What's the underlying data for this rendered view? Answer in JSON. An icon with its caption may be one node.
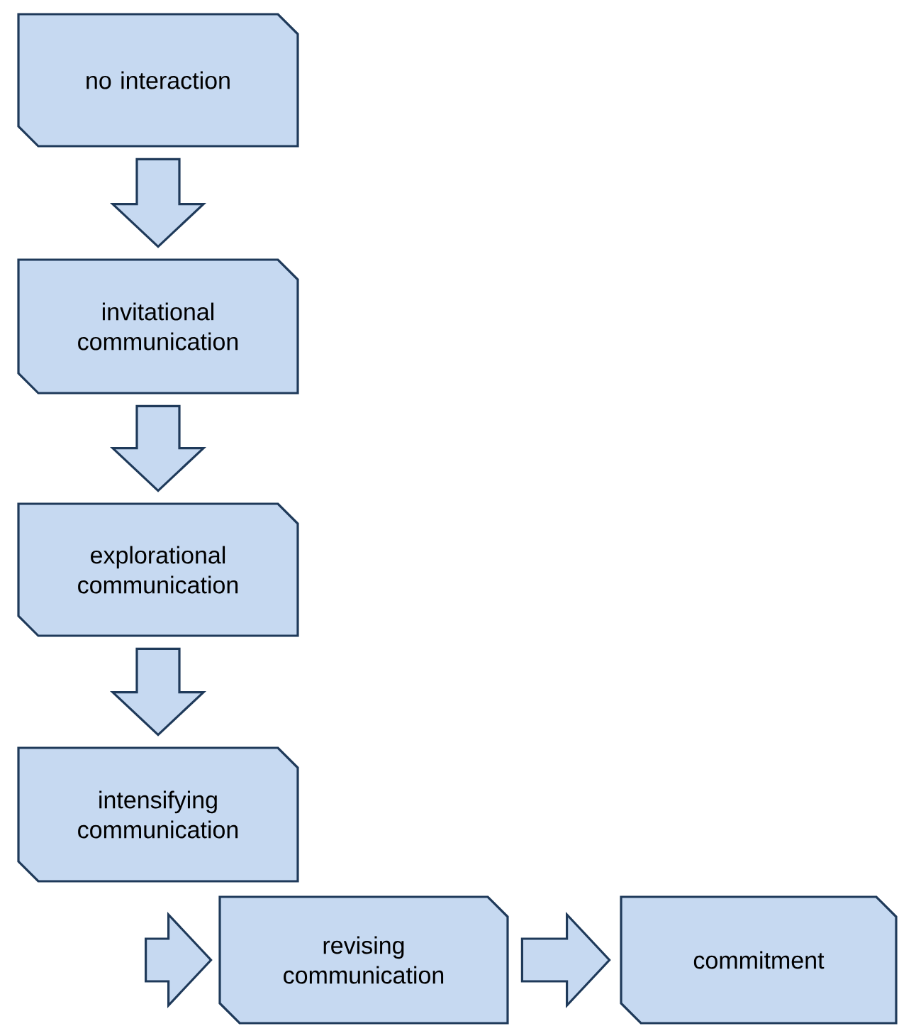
{
  "diagram": {
    "nodes": [
      {
        "text": [
          "no interaction"
        ]
      },
      {
        "text": [
          "invitational communication"
        ]
      },
      {
        "text": [
          "explorational communication"
        ]
      },
      {
        "text": [
          "intensifying communication"
        ]
      },
      {
        "text": [
          "revising communication"
        ]
      },
      {
        "text": [
          "commitment"
        ]
      }
    ],
    "edges": [
      {
        "from": 0,
        "to": 1,
        "arrow": "to"
      },
      {
        "from": 1,
        "to": 2,
        "arrow": "to"
      },
      {
        "from": 2,
        "to": 3,
        "arrow": "to"
      },
      {
        "from": 3,
        "to": 4,
        "arrow": "to"
      },
      {
        "from": 4,
        "to": 5,
        "arrow": "to"
      }
    ]
  }
}
